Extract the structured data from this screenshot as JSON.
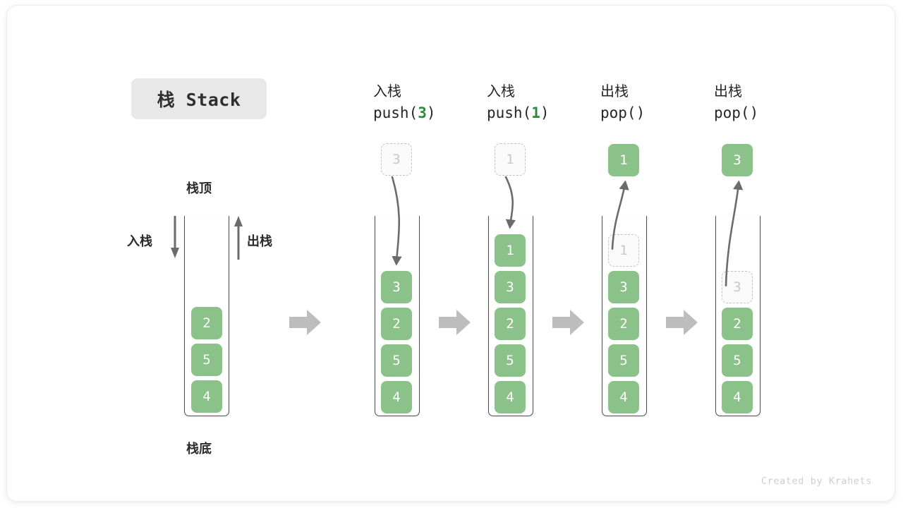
{
  "title": {
    "text": "栈 Stack"
  },
  "watermark": "Created by Krahets",
  "colors": {
    "cell_green": "#8bc289",
    "accent_green": "#2e8b3d",
    "ghost_border": "#c4c4c4",
    "ghost_text": "#c9c9c9",
    "arrow_gray": "#6b6b6b",
    "step_arrow_gray": "#bdbdbd",
    "chip_bg": "#e8e8e8",
    "text_dark": "#262626"
  },
  "left_stack": {
    "label_top": "栈顶",
    "label_bottom": "栈底",
    "label_push": "入栈",
    "label_pop": "出栈",
    "cells": [
      "2",
      "5",
      "4"
    ]
  },
  "steps": [
    {
      "id": "push-3",
      "op": "push",
      "head_line1": "入栈",
      "head_op": "push(",
      "head_num": "3",
      "head_close": ")",
      "floating_cell": {
        "value": "3",
        "state": "ghost"
      },
      "cells": [
        {
          "value": "3",
          "state": "solid"
        },
        {
          "value": "2",
          "state": "solid"
        },
        {
          "value": "5",
          "state": "solid"
        },
        {
          "value": "4",
          "state": "solid"
        }
      ]
    },
    {
      "id": "push-1",
      "op": "push",
      "head_line1": "入栈",
      "head_op": "push(",
      "head_num": "1",
      "head_close": ")",
      "floating_cell": {
        "value": "1",
        "state": "ghost"
      },
      "cells": [
        {
          "value": "1",
          "state": "solid"
        },
        {
          "value": "3",
          "state": "solid"
        },
        {
          "value": "2",
          "state": "solid"
        },
        {
          "value": "5",
          "state": "solid"
        },
        {
          "value": "4",
          "state": "solid"
        }
      ]
    },
    {
      "id": "pop-1",
      "op": "pop",
      "head_line1": "出栈",
      "head_op": "pop(",
      "head_num": "",
      "head_close": ")",
      "floating_cell": {
        "value": "1",
        "state": "solid"
      },
      "cells": [
        {
          "value": "1",
          "state": "ghost"
        },
        {
          "value": "3",
          "state": "solid"
        },
        {
          "value": "2",
          "state": "solid"
        },
        {
          "value": "5",
          "state": "solid"
        },
        {
          "value": "4",
          "state": "solid"
        }
      ]
    },
    {
      "id": "pop-2",
      "op": "pop",
      "head_line1": "出栈",
      "head_op": "pop(",
      "head_num": "",
      "head_close": ")",
      "floating_cell": {
        "value": "3",
        "state": "solid"
      },
      "cells": [
        {
          "value": "3",
          "state": "ghost"
        },
        {
          "value": "2",
          "state": "solid"
        },
        {
          "value": "5",
          "state": "solid"
        },
        {
          "value": "4",
          "state": "solid"
        }
      ]
    }
  ]
}
